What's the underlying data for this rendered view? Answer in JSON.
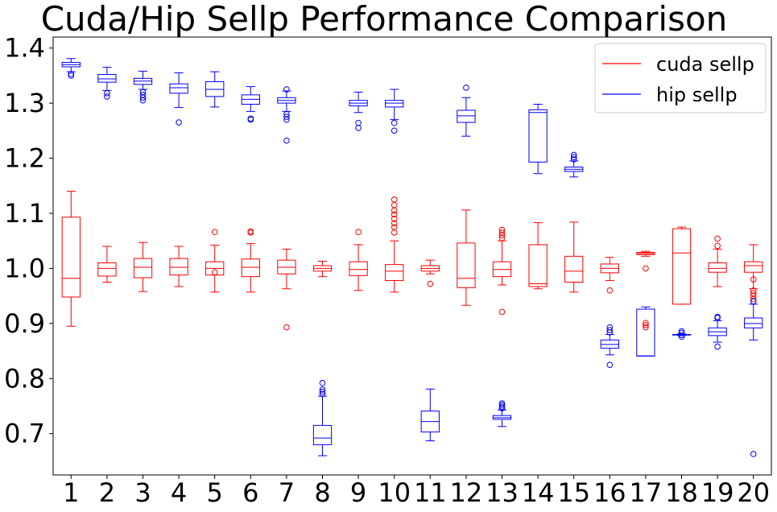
{
  "chart_data": {
    "type": "box",
    "title": "Cuda/Hip Sellp Performance Comparison",
    "xlabel": "",
    "ylabel": "",
    "categories": [
      "1",
      "2",
      "3",
      "4",
      "5",
      "6",
      "7",
      "8",
      "9",
      "10",
      "11",
      "12",
      "13",
      "14",
      "15",
      "16",
      "17",
      "18",
      "19",
      "20"
    ],
    "ylim": [
      0.625,
      1.42
    ],
    "yticks": [
      "0.7",
      "0.8",
      "0.9",
      "1.0",
      "1.1",
      "1.2",
      "1.3",
      "1.4"
    ],
    "grid": false,
    "legend": {
      "position": "top-right"
    },
    "series": [
      {
        "name": "cuda sellp",
        "color": "#ff0000",
        "boxes": [
          {
            "wlo": 0.895,
            "q1": 0.948,
            "med": 0.982,
            "q3": 1.093,
            "whi": 1.14,
            "fliers": []
          },
          {
            "wlo": 0.975,
            "q1": 0.986,
            "med": 1.0,
            "q3": 1.01,
            "whi": 1.04,
            "fliers": []
          },
          {
            "wlo": 0.958,
            "q1": 0.983,
            "med": 1.002,
            "q3": 1.018,
            "whi": 1.047,
            "fliers": []
          },
          {
            "wlo": 0.967,
            "q1": 0.988,
            "med": 1.002,
            "q3": 1.018,
            "whi": 1.04,
            "fliers": []
          },
          {
            "wlo": 0.957,
            "q1": 0.988,
            "med": 1.0,
            "q3": 1.012,
            "whi": 1.042,
            "fliers": [
              1.066,
              0.993
            ]
          },
          {
            "wlo": 0.957,
            "q1": 0.985,
            "med": 1.002,
            "q3": 1.017,
            "whi": 1.045,
            "fliers": [
              1.065,
              1.067
            ]
          },
          {
            "wlo": 0.963,
            "q1": 0.99,
            "med": 1.002,
            "q3": 1.015,
            "whi": 1.035,
            "fliers": [
              0.893
            ]
          },
          {
            "wlo": 0.985,
            "q1": 0.995,
            "med": 1.0,
            "q3": 1.005,
            "whi": 1.013,
            "fliers": []
          },
          {
            "wlo": 0.96,
            "q1": 0.987,
            "med": 0.998,
            "q3": 1.012,
            "whi": 1.043,
            "fliers": [
              1.066
            ]
          },
          {
            "wlo": 0.957,
            "q1": 0.978,
            "med": 0.995,
            "q3": 1.007,
            "whi": 1.05,
            "fliers": [
              1.065,
              1.075,
              1.082,
              1.09,
              1.098,
              1.105,
              1.115,
              1.125
            ]
          },
          {
            "wlo": 0.99,
            "q1": 0.995,
            "med": 1.0,
            "q3": 1.005,
            "whi": 1.015,
            "fliers": [
              0.972
            ]
          },
          {
            "wlo": 0.933,
            "q1": 0.965,
            "med": 0.982,
            "q3": 1.046,
            "whi": 1.106,
            "fliers": []
          },
          {
            "wlo": 0.97,
            "q1": 0.985,
            "med": 0.998,
            "q3": 1.012,
            "whi": 1.05,
            "fliers": [
              1.055,
              1.06,
              1.065,
              1.07,
              0.921
            ]
          },
          {
            "wlo": 0.963,
            "q1": 0.967,
            "med": 0.972,
            "q3": 1.043,
            "whi": 1.083,
            "fliers": []
          },
          {
            "wlo": 0.957,
            "q1": 0.975,
            "med": 0.995,
            "q3": 1.022,
            "whi": 1.084,
            "fliers": []
          },
          {
            "wlo": 0.978,
            "q1": 0.992,
            "med": 1.0,
            "q3": 1.008,
            "whi": 1.02,
            "fliers": [
              0.96
            ]
          },
          {
            "wlo": 1.022,
            "q1": 1.025,
            "med": 1.027,
            "q3": 1.029,
            "whi": 1.031,
            "fliers": [
              1.0,
              0.893,
              0.897,
              0.901
            ]
          },
          {
            "wlo": 0.935,
            "q1": 0.935,
            "med": 1.028,
            "q3": 1.072,
            "whi": 1.075,
            "fliers": []
          },
          {
            "wlo": 0.967,
            "q1": 0.993,
            "med": 1.0,
            "q3": 1.01,
            "whi": 1.035,
            "fliers": [
              1.041,
              1.054
            ]
          },
          {
            "wlo": 0.963,
            "q1": 0.993,
            "med": 1.005,
            "q3": 1.012,
            "whi": 1.043,
            "fliers": [
              0.944,
              0.95,
              0.955,
              0.96,
              0.98
            ]
          }
        ]
      },
      {
        "name": "hip sellp",
        "color": "#0000ff",
        "boxes": [
          {
            "wlo": 1.357,
            "q1": 1.366,
            "med": 1.37,
            "q3": 1.374,
            "whi": 1.381,
            "fliers": [
              1.35,
              1.353
            ]
          },
          {
            "wlo": 1.323,
            "q1": 1.338,
            "med": 1.344,
            "q3": 1.352,
            "whi": 1.365,
            "fliers": [
              1.312,
              1.318
            ]
          },
          {
            "wlo": 1.325,
            "q1": 1.334,
            "med": 1.34,
            "q3": 1.345,
            "whi": 1.358,
            "fliers": [
              1.305,
              1.31,
              1.315,
              1.32
            ]
          },
          {
            "wlo": 1.292,
            "q1": 1.318,
            "med": 1.328,
            "q3": 1.335,
            "whi": 1.355,
            "fliers": [
              1.265
            ]
          },
          {
            "wlo": 1.293,
            "q1": 1.312,
            "med": 1.325,
            "q3": 1.339,
            "whi": 1.357,
            "fliers": []
          },
          {
            "wlo": 1.285,
            "q1": 1.298,
            "med": 1.307,
            "q3": 1.315,
            "whi": 1.33,
            "fliers": [
              1.27,
              1.272
            ]
          },
          {
            "wlo": 1.285,
            "q1": 1.3,
            "med": 1.305,
            "q3": 1.31,
            "whi": 1.322,
            "fliers": [
              1.232,
              1.27,
              1.275,
              1.28,
              1.325
            ]
          },
          {
            "wlo": 0.66,
            "q1": 0.68,
            "med": 0.692,
            "q3": 0.715,
            "whi": 0.768,
            "fliers": [
              0.772,
              0.776,
              0.78,
              0.792
            ]
          },
          {
            "wlo": 1.283,
            "q1": 1.295,
            "med": 1.3,
            "q3": 1.305,
            "whi": 1.32,
            "fliers": [
              1.255,
              1.264
            ]
          },
          {
            "wlo": 1.27,
            "q1": 1.293,
            "med": 1.3,
            "q3": 1.305,
            "whi": 1.325,
            "fliers": [
              1.25,
              1.264
            ]
          },
          {
            "wlo": 0.687,
            "q1": 0.703,
            "med": 0.722,
            "q3": 0.741,
            "whi": 0.781,
            "fliers": []
          },
          {
            "wlo": 1.24,
            "q1": 1.265,
            "med": 1.277,
            "q3": 1.287,
            "whi": 1.31,
            "fliers": [
              1.328
            ]
          },
          {
            "wlo": 0.713,
            "q1": 0.726,
            "med": 0.729,
            "q3": 0.733,
            "whi": 0.743,
            "fliers": [
              0.746,
              0.749,
              0.752,
              0.755
            ]
          },
          {
            "wlo": 1.172,
            "q1": 1.193,
            "med": 1.283,
            "q3": 1.288,
            "whi": 1.298,
            "fliers": []
          },
          {
            "wlo": 1.166,
            "q1": 1.176,
            "med": 1.18,
            "q3": 1.184,
            "whi": 1.195,
            "fliers": [
              1.198,
              1.202,
              1.206
            ]
          },
          {
            "wlo": 0.843,
            "q1": 0.855,
            "med": 0.862,
            "q3": 0.87,
            "whi": 0.88,
            "fliers": [
              0.825,
              0.884,
              0.888,
              0.893
            ]
          },
          {
            "wlo": 0.841,
            "q1": 0.841,
            "med": 0.841,
            "q3": 0.926,
            "whi": 0.93,
            "fliers": []
          },
          {
            "wlo": 0.878,
            "q1": 0.879,
            "med": 0.88,
            "q3": 0.88,
            "whi": 0.881,
            "fliers": [
              0.876,
              0.879,
              0.883,
              0.886
            ]
          },
          {
            "wlo": 0.866,
            "q1": 0.878,
            "med": 0.885,
            "q3": 0.892,
            "whi": 0.905,
            "fliers": [
              0.858,
              0.91,
              0.912
            ]
          },
          {
            "wlo": 0.87,
            "q1": 0.892,
            "med": 0.9,
            "q3": 0.91,
            "whi": 0.935,
            "fliers": [
              0.663,
              0.94
            ]
          }
        ]
      }
    ]
  }
}
